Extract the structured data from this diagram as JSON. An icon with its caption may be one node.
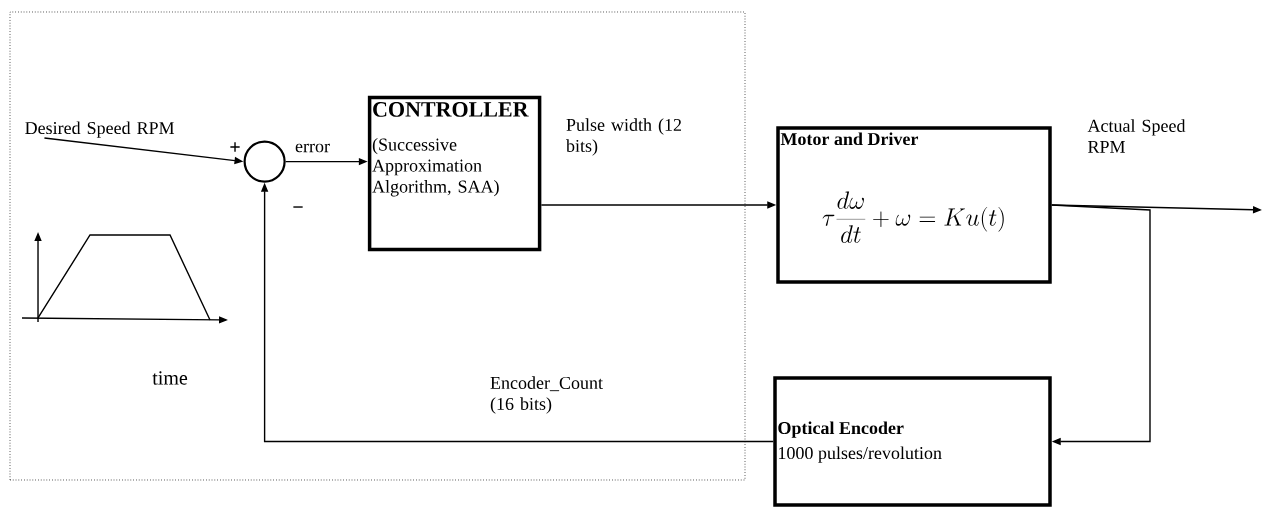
{
  "diagram": {
    "nodes": [
      {
        "text": [],
        "shape": "box"
      },
      {
        "text": [
          "Desired Speed RPM"
        ],
        "in": 0
      },
      {
        "text": [],
        "shape": "circle",
        "in": 0
      },
      {
        "text": [
          "CONTROLLER",
          "(Successive Approximation Algorithm, SAA)"
        ],
        "in": 0
      },
      {
        "text": [
          "Motor and Driver",
          "\\tau \\frac{d\\omega}{dt} + \\omega = Ku(t)"
        ]
      },
      {
        "text": [
          "Optical Encoder",
          "1000 pulses/revolution"
        ]
      }
    ],
    "edges": [
      {
        "from": 1,
        "to": 2,
        "arrow": "to"
      },
      {
        "from": 2,
        "to": 3,
        "arrow": "to",
        "label": "error"
      },
      {
        "from": 3,
        "to": 4,
        "arrow": "to",
        "label": "Pulse width (12 bits)"
      },
      {
        "from": 4,
        "to": null,
        "arrow": "to",
        "label": "Actual Speed RPM"
      },
      {
        "from": 4,
        "to": 5,
        "arrow": "to"
      },
      {
        "from": 5,
        "to": 2,
        "arrow": "to",
        "label": "Encoder_Count (16 bits)"
      }
    ],
    "labels": [
      "+",
      "−",
      "time"
    ]
  }
}
